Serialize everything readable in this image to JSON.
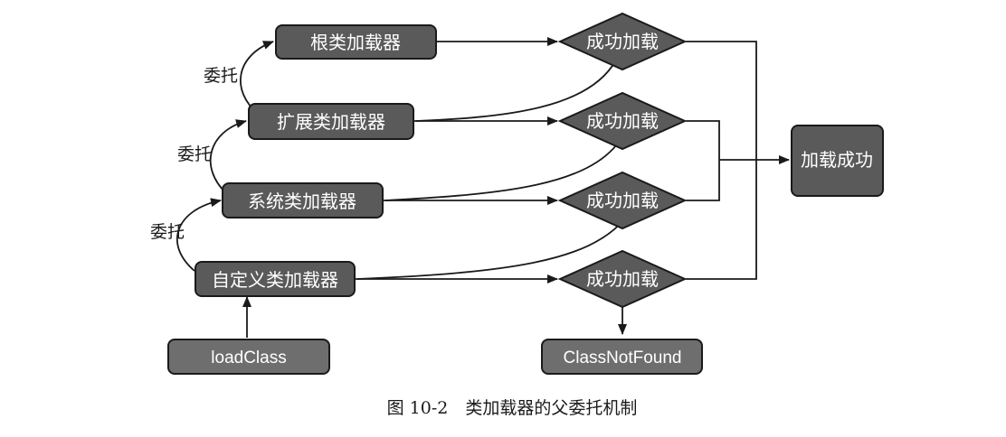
{
  "loaders": {
    "root": "根类加载器",
    "extension": "扩展类加载器",
    "system": "系统类加载器",
    "custom": "自定义类加载器"
  },
  "checks": {
    "root": "成功加载",
    "extension": "成功加载",
    "system": "成功加载",
    "custom": "成功加载"
  },
  "result": "加载成功",
  "start": "loadClass",
  "failure": "ClassNotFound",
  "delegate_labels": [
    "委托",
    "委托",
    "委托"
  ],
  "caption": "图 10-2　类加载器的父委托机制"
}
